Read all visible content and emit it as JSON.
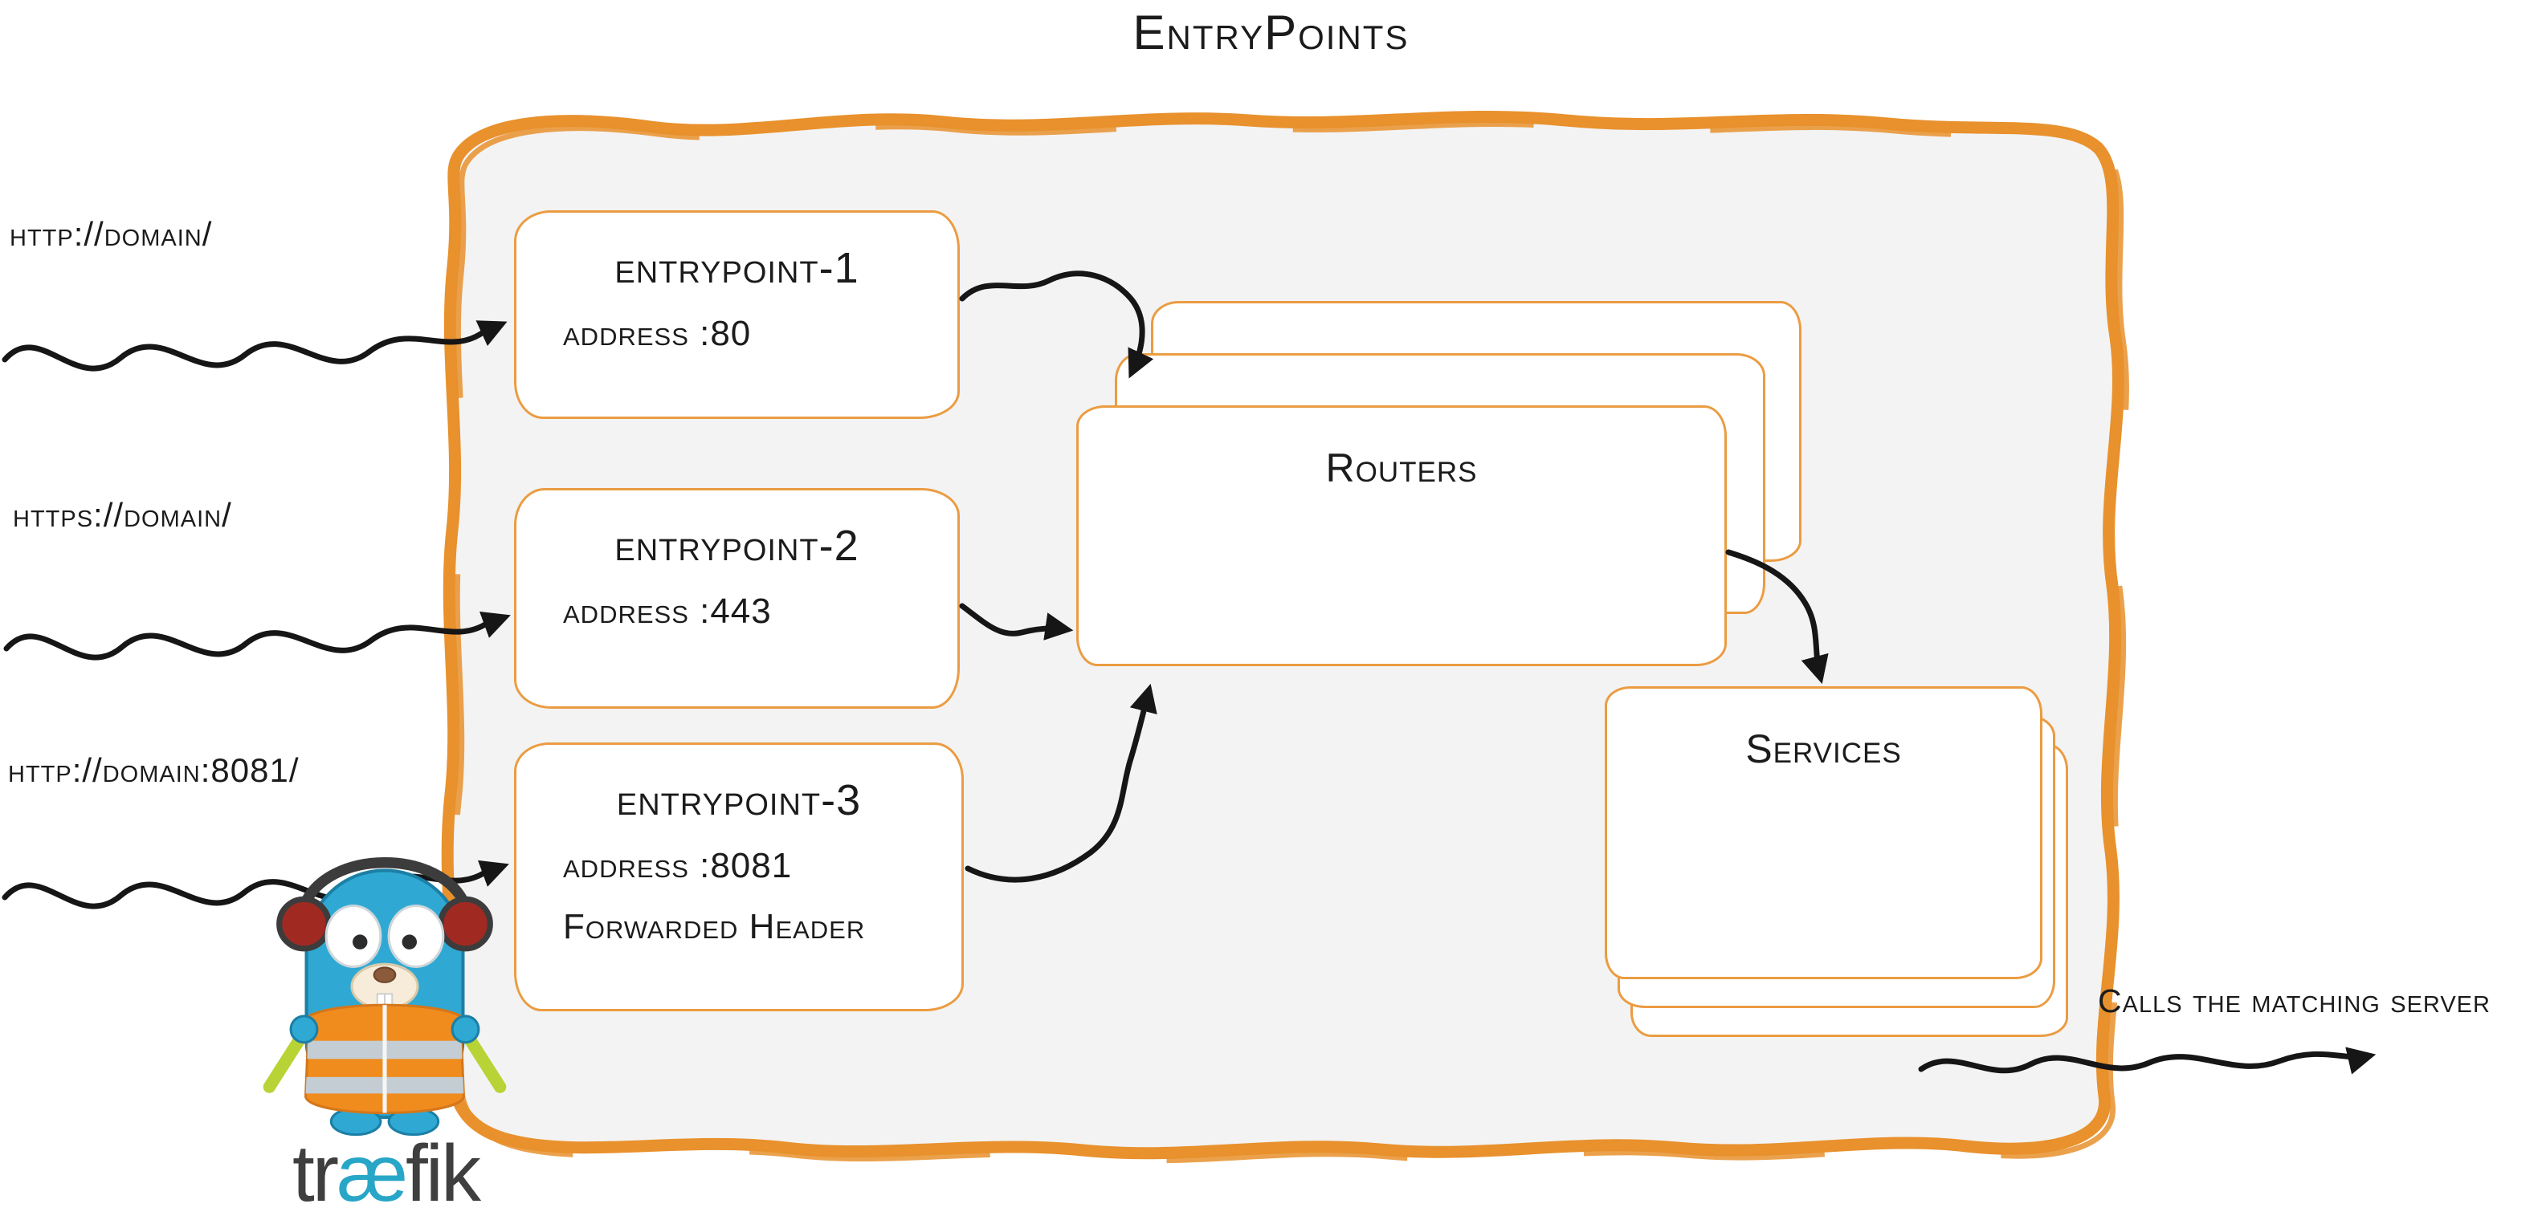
{
  "title": "EntryPoints",
  "colors": {
    "accent_orange": "#e8912d",
    "box_border_orange": "#eb9c42",
    "frame_fill_gray": "#f3f3f3",
    "arrow_black": "#161616",
    "mascot_blue": "#2fa9d3",
    "vest_orange": "#f08c1e",
    "wordmark_ae_teal": "#28a6c7"
  },
  "inputs": [
    {
      "label": "http://domain/"
    },
    {
      "label": "https://domain/"
    },
    {
      "label": "http://domain:8081/"
    }
  ],
  "entrypoints": [
    {
      "name": "entrypoint-1",
      "lines": [
        "address :80"
      ]
    },
    {
      "name": "entrypoint-2",
      "lines": [
        "address :443"
      ]
    },
    {
      "name": "entrypoint-3",
      "lines": [
        "address :8081",
        "Forwarded Header"
      ]
    }
  ],
  "routers": {
    "label": "Routers"
  },
  "services": {
    "label": "Services"
  },
  "exit_label": "Calls the matching server",
  "logo": {
    "pre": "tr",
    "ae": "æ",
    "post": "fik"
  }
}
